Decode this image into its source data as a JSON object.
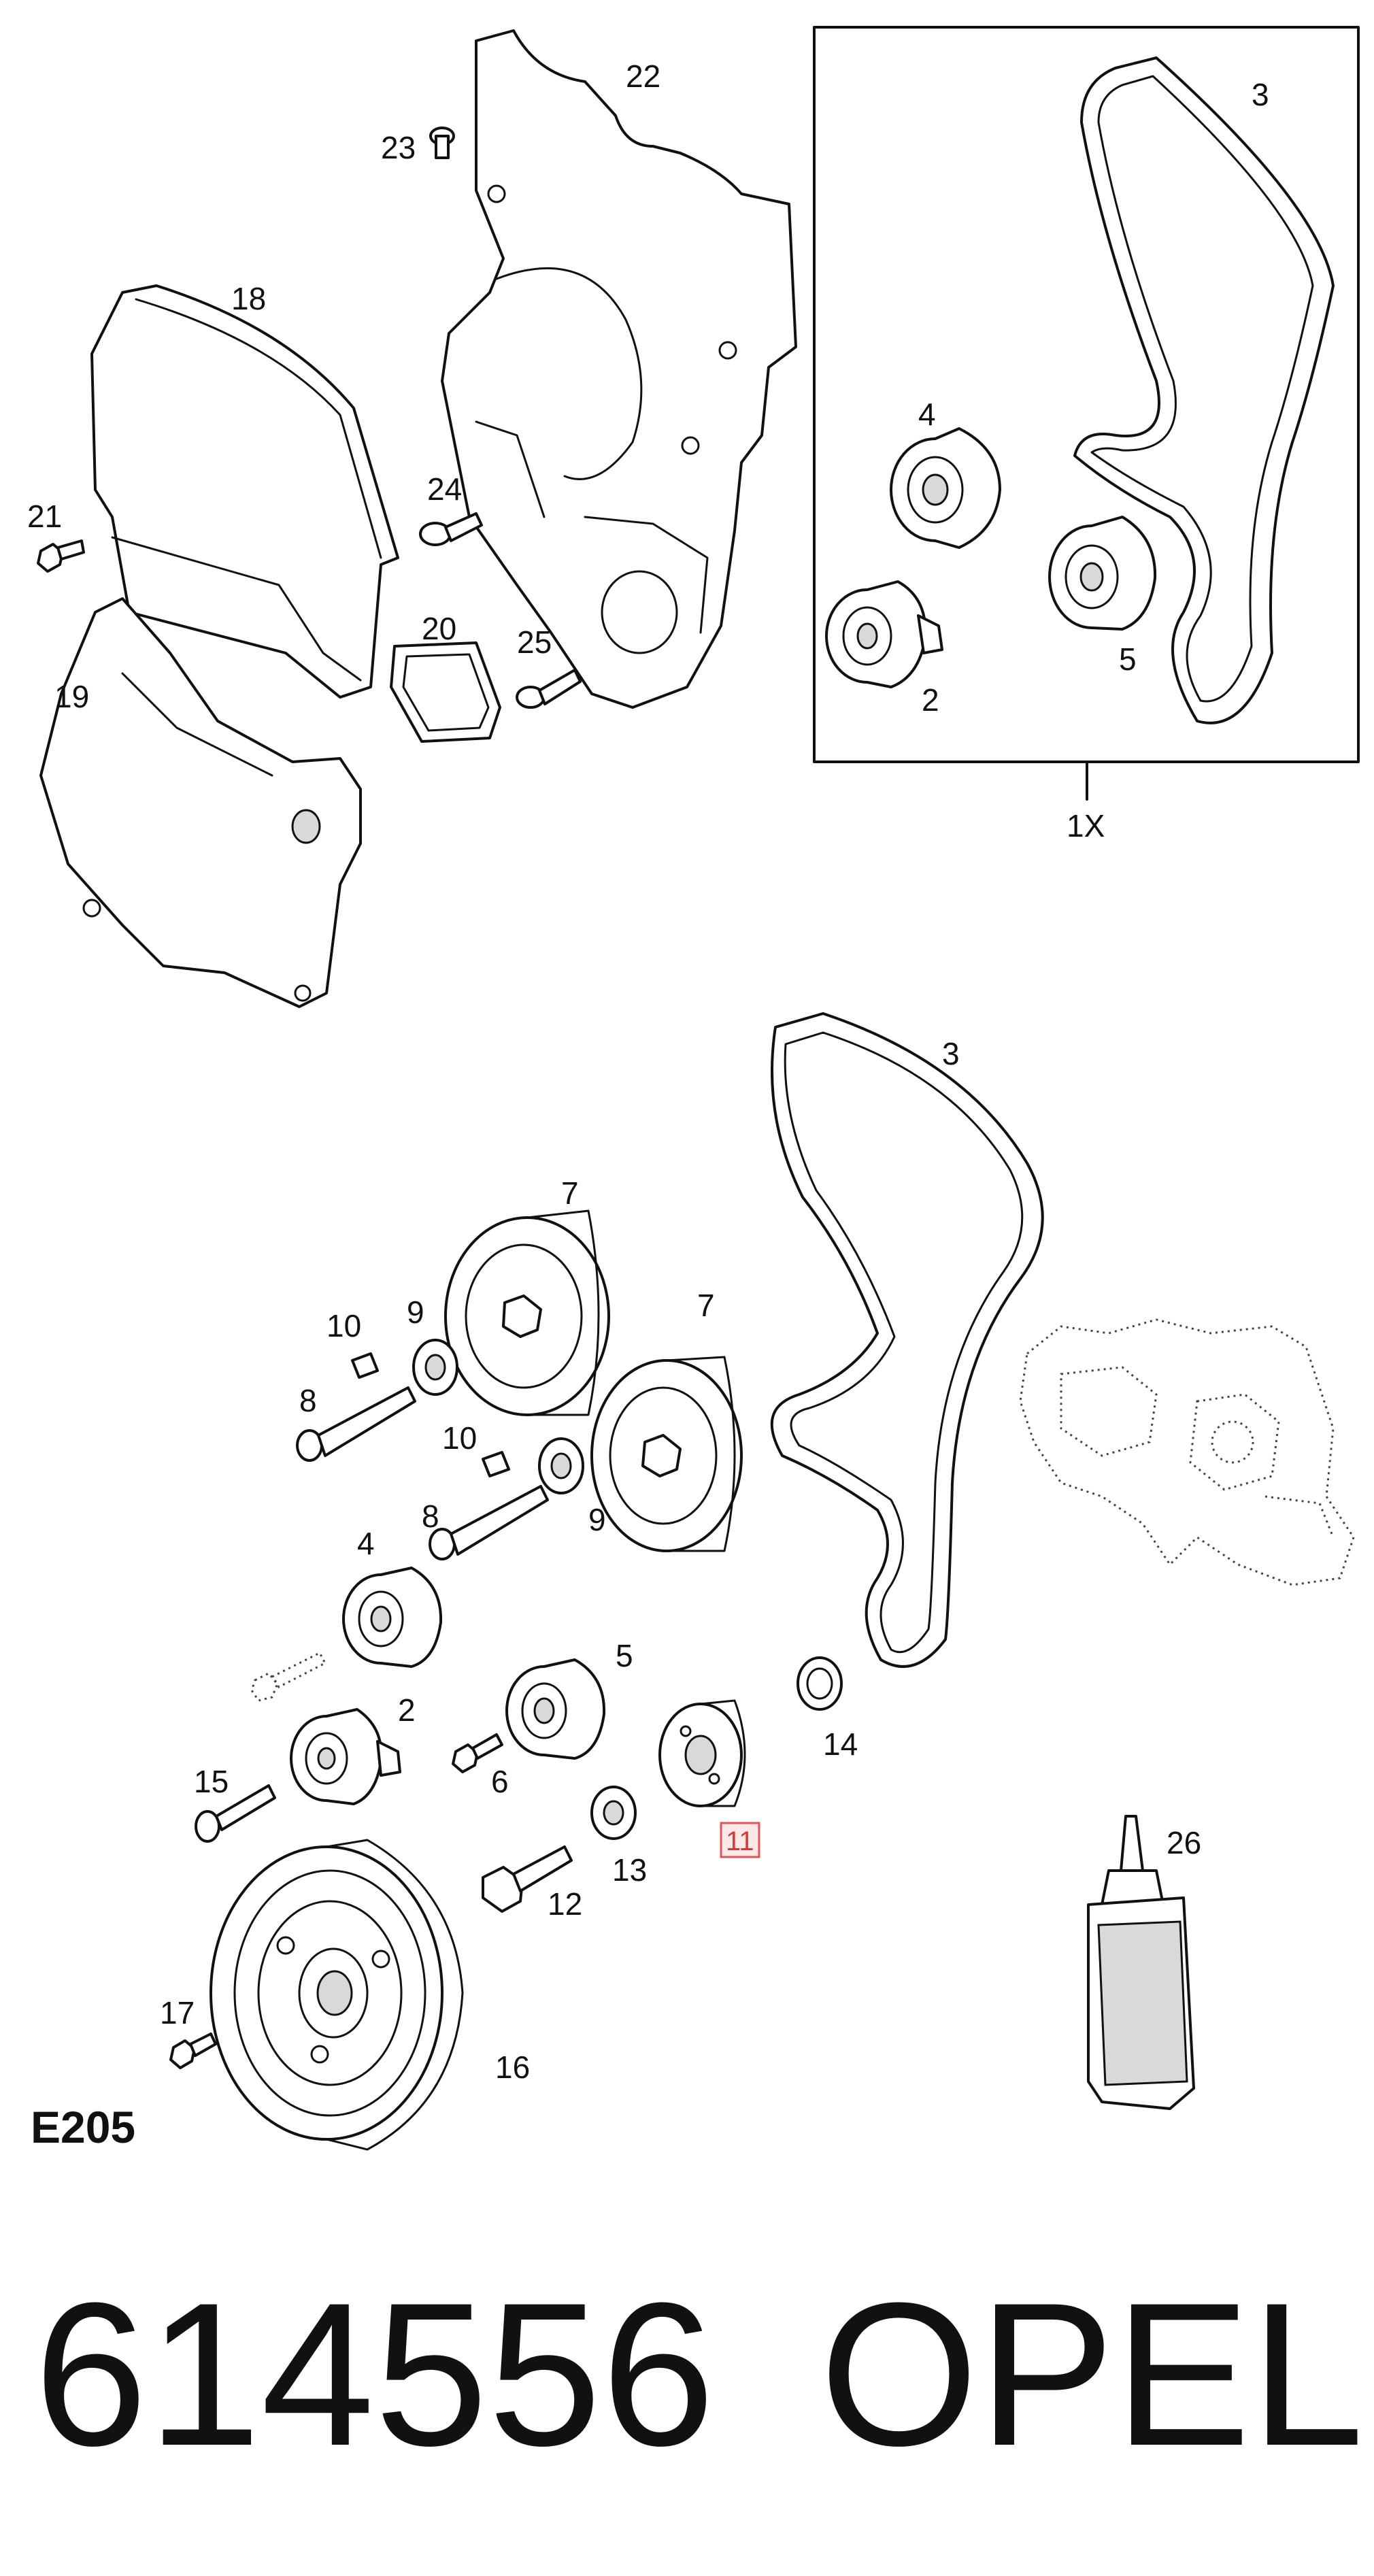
{
  "diagram": {
    "kit_label": "1X",
    "section_code": "E205",
    "highlighted_callout": "11",
    "callouts": {
      "c1": "2",
      "c2": "3",
      "c3": "4",
      "c4": "5",
      "c5": "18",
      "c6": "19",
      "c7": "20",
      "c8": "21",
      "c9": "22",
      "c10": "23",
      "c11": "24",
      "c12": "25",
      "c13": "3",
      "c14": "7",
      "c15": "7",
      "c16": "9",
      "c17": "10",
      "c18": "8",
      "c19": "10",
      "c20": "8",
      "c21": "9",
      "c22": "4",
      "c23": "5",
      "c24": "2",
      "c25": "15",
      "c26": "6",
      "c27": "14",
      "c28": "13",
      "c29": "12",
      "c30": "26",
      "c31": "17",
      "c32": "16"
    },
    "colors": {
      "line": "#111111",
      "highlight": "#e05656",
      "highlight_fill": "#fde7e7"
    }
  },
  "footer": {
    "part_number": "614556",
    "brand": "OPEL"
  }
}
